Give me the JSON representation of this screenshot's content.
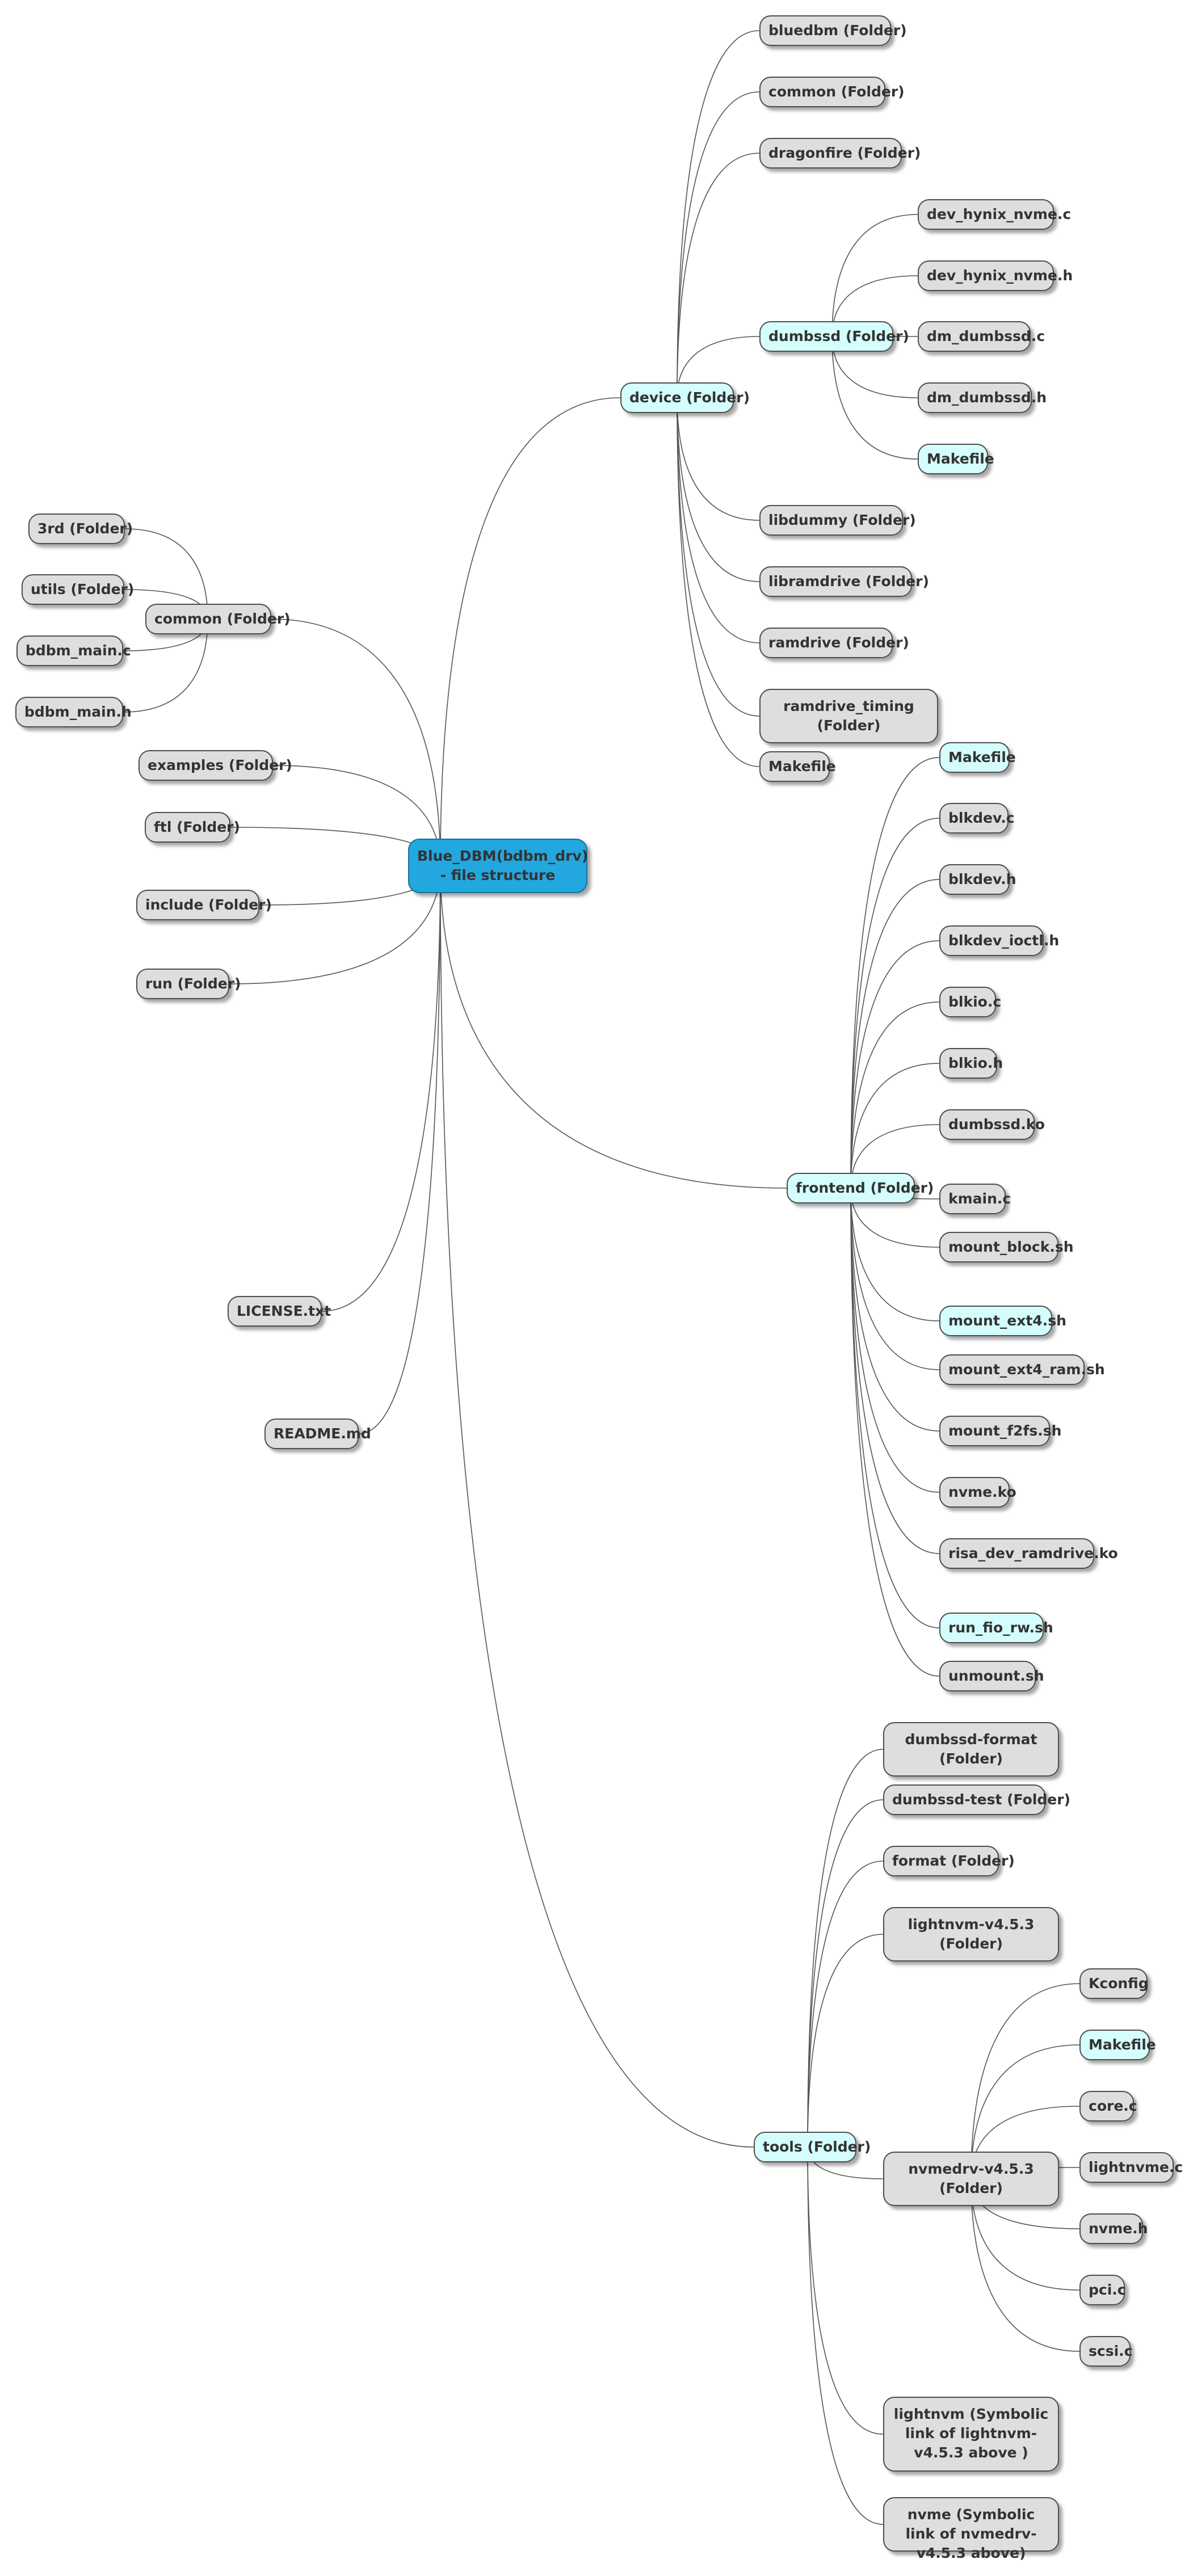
{
  "root": {
    "label": "Blue_DBM(bdbm_drv) - file structure",
    "color": "#22a7df"
  },
  "colors": {
    "folder_highlight": "#d4fefd",
    "default_node": "#dedede",
    "root": "#22a7df"
  },
  "left_branches": [
    {
      "label": "common (Folder)",
      "children": [
        "3rd (Folder)",
        "utils (Folder)",
        "bdbm_main.c",
        "bdbm_main.h"
      ]
    },
    {
      "label": "examples (Folder)"
    },
    {
      "label": "ftl (Folder)"
    },
    {
      "label": "include (Folder)"
    },
    {
      "label": "run (Folder)"
    },
    {
      "label": "LICENSE.txt"
    },
    {
      "label": "README.md"
    }
  ],
  "device": {
    "label": "device (Folder)",
    "children": [
      "bluedbm (Folder)",
      "common (Folder)",
      "dragonfire (Folder)",
      "dumbssd (Folder)",
      "libdummy  (Folder)",
      "libramdrive (Folder)",
      "ramdrive (Folder)",
      "ramdrive_timing (Folder)",
      "Makefile"
    ],
    "dumbssd_children": [
      "dev_hynix_nvme.c",
      "dev_hynix_nvme.h",
      "dm_dumbssd.c",
      "dm_dumbssd.h",
      "Makefile"
    ]
  },
  "frontend": {
    "label": "frontend (Folder)",
    "children": [
      "Makefile",
      "blkdev.c",
      "blkdev.h",
      "blkdev_ioctl.h",
      "blkio.c",
      "blkio.h",
      "dumbssd.ko",
      "kmain.c",
      "mount_block.sh",
      "mount_ext4.sh",
      "mount_ext4_ram.sh",
      "mount_f2fs.sh",
      "nvme.ko",
      "risa_dev_ramdrive.ko",
      "run_fio_rw.sh",
      "unmount.sh"
    ]
  },
  "tools": {
    "label": "tools (Folder)",
    "children": [
      "dumbssd-format (Folder)",
      "dumbssd-test (Folder)",
      "format (Folder)",
      "lightnvm-v4.5.3 (Folder)",
      "nvmedrv-v4.5.3 (Folder)",
      "lightnvm (Symbolic link of lightnvm-v4.5.3 above )",
      "nvme (Symbolic link of nvmedrv-v4.5.3 above)"
    ],
    "nvmedrv_children": [
      "Kconfig",
      "Makefile",
      "core.c",
      "lightnvme.c",
      "nvme.h",
      "pci.c",
      "scsi.c"
    ]
  }
}
